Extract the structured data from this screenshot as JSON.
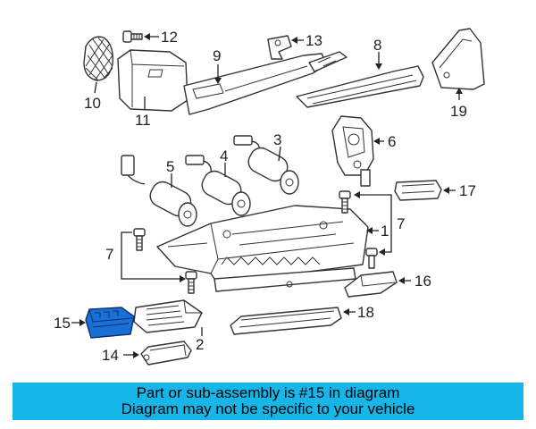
{
  "callouts": {
    "c1": "1",
    "c2": "2",
    "c3": "3",
    "c4": "4",
    "c5": "5",
    "c6": "6",
    "c7a": "7",
    "c7b": "7",
    "c8": "8",
    "c9": "9",
    "c10": "10",
    "c11": "11",
    "c12": "12",
    "c13": "13",
    "c14": "14",
    "c15": "15",
    "c16": "16",
    "c17": "17",
    "c18": "18",
    "c19": "19"
  },
  "banner": {
    "line1": "Part or sub-assembly is #15 in diagram",
    "line2": "Diagram may not be specific to your vehicle"
  },
  "colors": {
    "highlight": "#1a6fd6",
    "banner": "#17b6e8"
  }
}
